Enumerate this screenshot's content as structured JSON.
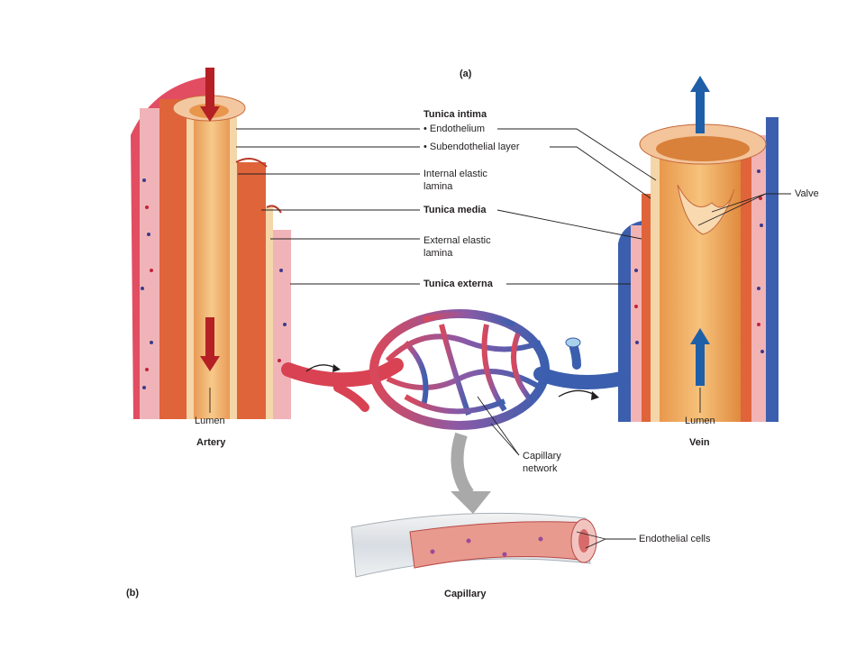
{
  "panel_a": "(a)",
  "panel_b": "(b)",
  "labels": {
    "tunica_intima": "Tunica intima",
    "endothelium": "• Endothelium",
    "subendothelial": "• Subendothelial layer",
    "internal_elastic_1": "Internal elastic",
    "internal_elastic_2": "lamina",
    "tunica_media": "Tunica media",
    "external_elastic_1": "External elastic",
    "external_elastic_2": "lamina",
    "tunica_externa": "Tunica externa",
    "valve": "Valve",
    "lumen_artery": "Lumen",
    "lumen_vein": "Lumen",
    "artery": "Artery",
    "vein": "Vein",
    "capillary_network_1": "Capillary",
    "capillary_network_2": "network",
    "endothelial_cells": "Endothelial cells",
    "capillary": "Capillary"
  },
  "colors": {
    "artery_red": "#d63a48",
    "media_orange": "#e0643a",
    "lumen_tan": "#f2b36b",
    "vein_blue": "#3b5fae",
    "arrow_red": "#b52025",
    "arrow_blue": "#1f5fa8",
    "capillary_purple": "#8a5aa6"
  }
}
